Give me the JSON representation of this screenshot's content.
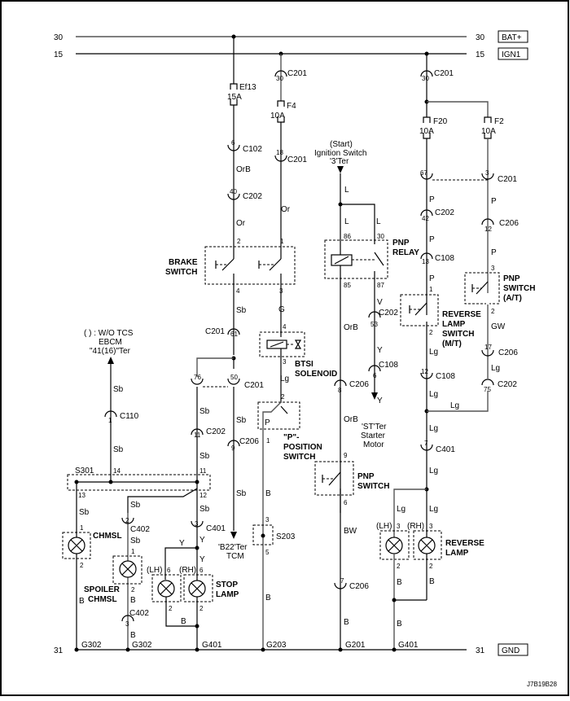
{
  "diagram_id": "J7B19B28",
  "rails": {
    "bat": {
      "num": "30",
      "label": "BAT+"
    },
    "ign": {
      "num": "15",
      "label": "IGN1"
    },
    "gnd": {
      "num": "31",
      "label": "GND"
    }
  },
  "fuses": {
    "ef13": {
      "name": "Ef13",
      "rating": "15A"
    },
    "f4": {
      "name": "F4",
      "rating": "10A"
    },
    "f20": {
      "name": "F20",
      "rating": "10A"
    },
    "f2": {
      "name": "F2",
      "rating": "10A"
    }
  },
  "connectors": {
    "c201_30a": {
      "pin": "30",
      "name": "C201"
    },
    "c201_30b": {
      "pin": "30",
      "name": "C201"
    },
    "c102_6": {
      "pin": "6",
      "name": "C102"
    },
    "c201_18": {
      "pin": "18",
      "name": "C201"
    },
    "c202_40": {
      "pin": "40",
      "name": "C202"
    },
    "c201_67": {
      "pin": "67",
      "name": ""
    },
    "c201_3": {
      "pin": "3",
      "name": "C201"
    },
    "c202_42": {
      "pin": "42",
      "name": "C202"
    },
    "c206_12": {
      "pin": "12",
      "name": "C206"
    },
    "c108_13": {
      "pin": "13",
      "name": "C108"
    },
    "c202_53": {
      "pin": "53",
      "name": "C202"
    },
    "c206_17": {
      "pin": "17",
      "name": "C206"
    },
    "c108_12": {
      "pin": "12",
      "name": "C108"
    },
    "c202_75": {
      "pin": "75",
      "name": "C202"
    },
    "c108_6": {
      "pin": "6",
      "name": "C108"
    },
    "c206_8": {
      "pin": "8",
      "name": "C206"
    },
    "c401_7": {
      "pin": "7",
      "name": "C401"
    },
    "c201_61": {
      "pin": "61",
      "name": "C201"
    },
    "c201_76": {
      "pin": "76",
      "name": ""
    },
    "c201_50": {
      "pin": "50",
      "name": "C201"
    },
    "c110_1": {
      "pin": "1",
      "name": "C110"
    },
    "c202_11": {
      "pin": "11",
      "name": "C202"
    },
    "c206_9": {
      "pin": "9",
      "name": "C206"
    },
    "c402_2": {
      "pin": "2",
      "name": "C402"
    },
    "c401_3": {
      "pin": "3",
      "name": "C401"
    },
    "c402_3": {
      "pin": "3",
      "name": "C402"
    },
    "c206_7": {
      "pin": "7",
      "name": "C206"
    }
  },
  "wires": {
    "orb1": "OrB",
    "or1": "Or",
    "or2": "Or",
    "sb1": "Sb",
    "g1": "G",
    "l1": "L",
    "l2": "L",
    "l3": "L",
    "p1": "P",
    "p2": "P",
    "p3": "P",
    "p4": "P",
    "p5": "P",
    "v1": "V",
    "y1": "Y",
    "y2": "Y",
    "orb2": "OrB",
    "orb3": "OrB",
    "gw1": "GW",
    "lg1": "Lg",
    "lg2": "Lg",
    "lg3": "Lg",
    "lg4": "Lg",
    "lg5": "Lg",
    "lg6": "Lg",
    "lg7": "Lg",
    "lg8": "Lg",
    "sb2": "Sb",
    "sb3": "Sb",
    "sb4": "Sb",
    "sb5": "Sb",
    "sb6": "Sb",
    "sb7": "Sb",
    "sb8": "Sb",
    "sb9": "Sb",
    "sb10": "Sb",
    "sb11": "Sb",
    "y3": "Y",
    "y4": "Y",
    "b1": "B",
    "b2": "B",
    "b3": "B",
    "b4": "B",
    "b5": "B",
    "b6": "B",
    "b7": "B",
    "b8": "B",
    "b9": "B",
    "b10": "B",
    "bw1": "BW"
  },
  "components": {
    "brake_switch": {
      "line1": "BRAKE",
      "line2": "SWITCH",
      "pins": [
        "2",
        "1",
        "4",
        "3"
      ]
    },
    "pnp_relay": {
      "line1": "PNP",
      "line2": "RELAY",
      "pins": [
        "86",
        "30",
        "85",
        "87"
      ]
    },
    "pnp_switch_at": {
      "line1": "PNP",
      "line2": "SWITCH",
      "line3": "(A/T)",
      "pins": [
        "3",
        "2"
      ]
    },
    "reverse_lamp_switch": {
      "line1": "REVERSE",
      "line2": "LAMP",
      "line3": "SWITCH",
      "line4": "(M/T)",
      "pins": [
        "1",
        "2"
      ]
    },
    "btsi_solenoid": {
      "line1": "BTSI",
      "line2": "SOLENOID",
      "pins": [
        "4",
        "3"
      ]
    },
    "p_position_switch": {
      "line1": "\"P\"-",
      "line2": "POSITION",
      "line3": "SWITCH",
      "pins": [
        "2",
        "1"
      ],
      "contact": "P"
    },
    "pnp_switch": {
      "line1": "PNP",
      "line2": "SWITCH",
      "pins": [
        "9",
        "6"
      ]
    },
    "reverse_lamp": {
      "line1": "REVERSE",
      "line2": "LAMP",
      "lh": "(LH)",
      "rh": "(RH)",
      "pins": [
        "3",
        "3",
        "2",
        "2"
      ]
    },
    "stop_lamp": {
      "line1": "STOP",
      "line2": "LAMP",
      "lh": "(LH)",
      "rh": "(RH)",
      "pins": [
        "6",
        "6",
        "2",
        "2"
      ]
    },
    "chmsl": {
      "line1": "CHMSL",
      "pins": [
        "1",
        "2"
      ]
    },
    "spoiler_chmsl": {
      "line1": "SPOILER",
      "line2": "CHMSL",
      "pins": [
        "1",
        "2"
      ]
    },
    "s301": {
      "name": "S301",
      "pins": [
        "14",
        "11",
        "13",
        "12"
      ]
    },
    "s203": {
      "name": "S203",
      "pins": [
        "3",
        "5"
      ]
    }
  },
  "terminals": {
    "ignition": {
      "line1": "(Start)",
      "line2": "Ignition Switch",
      "line3": "'3'Ter"
    },
    "starter": {
      "line1": "'ST'Ter",
      "line2": "Starter",
      "line3": "Motor"
    },
    "ebcm": {
      "line1": "( ) : W/O TCS",
      "line2": "EBCM",
      "line3": "\"41(16)\"Ter"
    },
    "tcm": {
      "line1": "'B22'Ter",
      "line2": "TCM"
    }
  },
  "grounds": [
    "G302",
    "G302",
    "G401",
    "G203",
    "G201",
    "G401"
  ]
}
